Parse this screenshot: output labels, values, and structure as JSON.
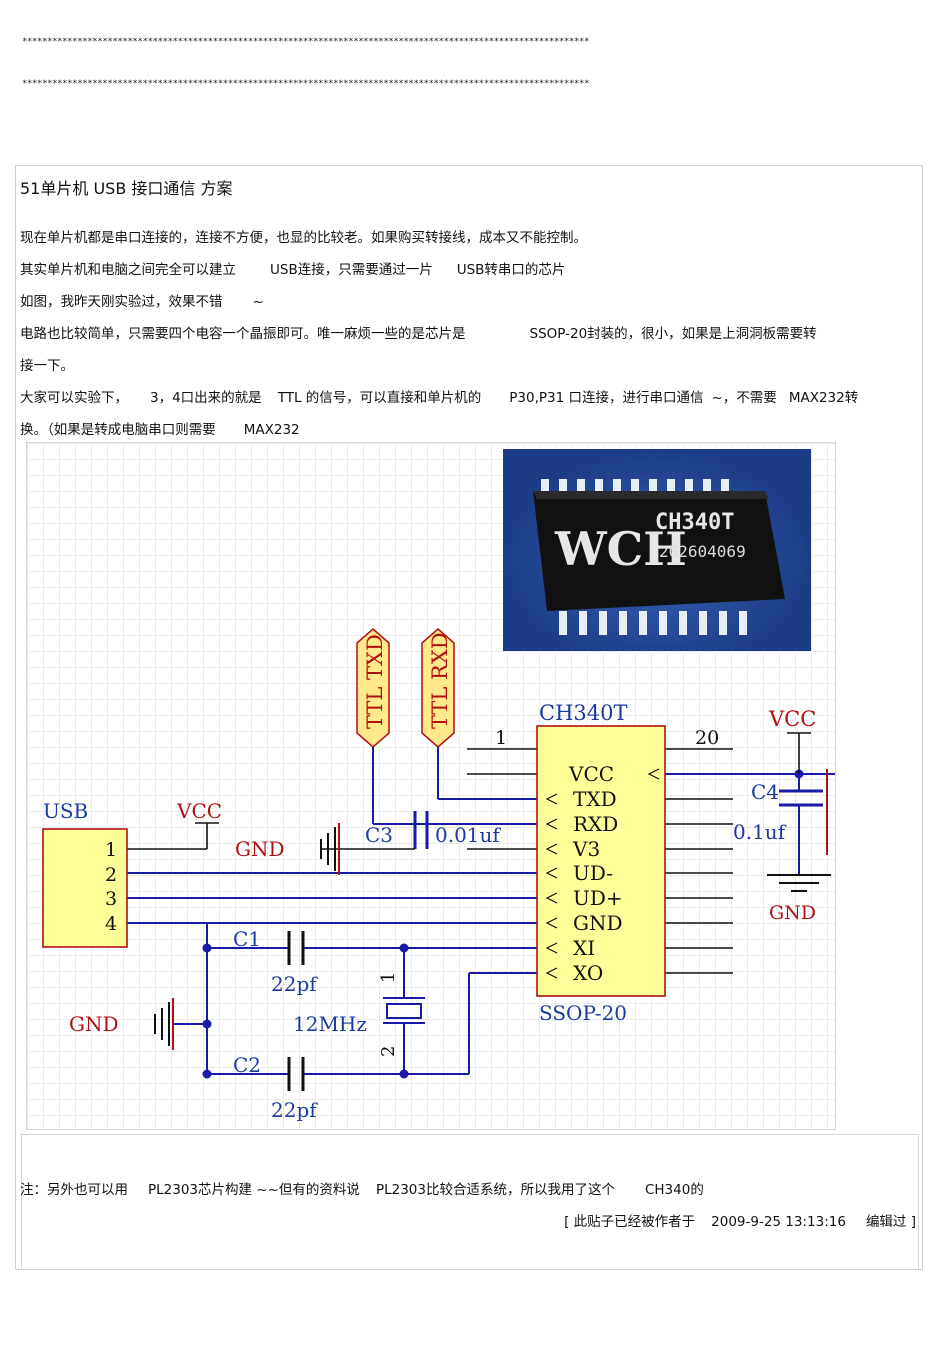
{
  "header": {
    "stars_line_1": "*****************************************************************************************************************",
    "stars_line_2": "*****************************************************************************************************************"
  },
  "post": {
    "title": "51单片机 USB 接口通信 方案",
    "lines": [
      [
        "现在单片机都是串口连接的，连接不方便，也显的比较老。如果购买转接线，成本又不能控制。"
      ],
      [
        "其实单片机和电脑之间完全可以建立",
        "USB连接，只需要通过一片",
        "USB转串口的芯片"
      ],
      [
        "如图，我昨天刚实验过，效果不错",
        "~"
      ],
      [
        "电路也比较简单，只需要四个电容一个晶振即可。唯一麻烦一些的是芯片是",
        "SSOP-20封装的，很小，如果是上洞洞板需要转"
      ],
      [
        "接一下。"
      ],
      [
        "大家可以实验下，",
        "3，4口出来的就是",
        "TTL 的信号，可以直接和单片机的",
        "P30,P31 口连接，进行串口通信",
        "~，不需要",
        "MAX232转"
      ],
      [
        "换。（如果是转成电脑串口则需要",
        "MAX232"
      ]
    ],
    "note": [
      "注：另外也可以用",
      "PL2303芯片构建 ~~但有的资料说",
      "PL2303比较合适系统，所以我用了这个",
      "CH340的"
    ],
    "edit_info": [
      "[ 此贴子已经被作者于",
      "2009-9-25 13:13:16",
      "编辑过 ]"
    ]
  },
  "schematic": {
    "chip_photo": {
      "brand": "WCH",
      "part": "CH340T",
      "code": "202604069"
    },
    "ic_name": "CH340T",
    "ic_package": "SSOP-20",
    "ic_pins": [
      "VCC",
      "TXD",
      "RXD",
      "V3",
      "UD-",
      "UD+",
      "GND",
      "XI",
      "XO"
    ],
    "pin_number_left": "1",
    "pin_number_right": "20",
    "usb_label": "USB",
    "usb_pins": [
      "1",
      "2",
      "3",
      "4"
    ],
    "vcc_label": "VCC",
    "gnd_label": "GND",
    "ttl_txd": "TTL TXD",
    "ttl_rxd": "TTL RXD",
    "c1": "C1",
    "c1_value": "22pf",
    "c2": "C2",
    "c2_value": "22pf",
    "c3": "C3",
    "c3_value": "0.01uf",
    "c4": "C4",
    "c4_value": "0.1uf",
    "crystal": "12MHz",
    "crystal_pin_1": "1",
    "crystal_pin_2": "2",
    "colors": {
      "wire": "#1a1aa8",
      "part": "#b01010",
      "label": "#1a3aa0",
      "ic_fill": "#ffff9a",
      "flag_fill": "#ffe98a"
    }
  }
}
